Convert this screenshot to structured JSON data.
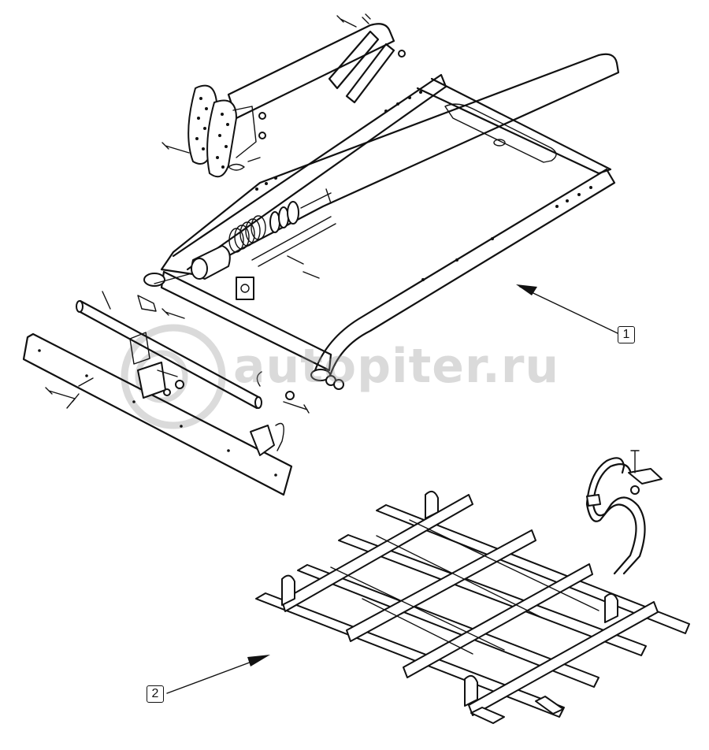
{
  "callouts": [
    {
      "label": "1"
    },
    {
      "label": "2"
    }
  ],
  "watermark": {
    "text": "autopiter.ru"
  },
  "colors": {
    "line": "#111111",
    "background": "#ffffff",
    "watermark": "#969696"
  }
}
